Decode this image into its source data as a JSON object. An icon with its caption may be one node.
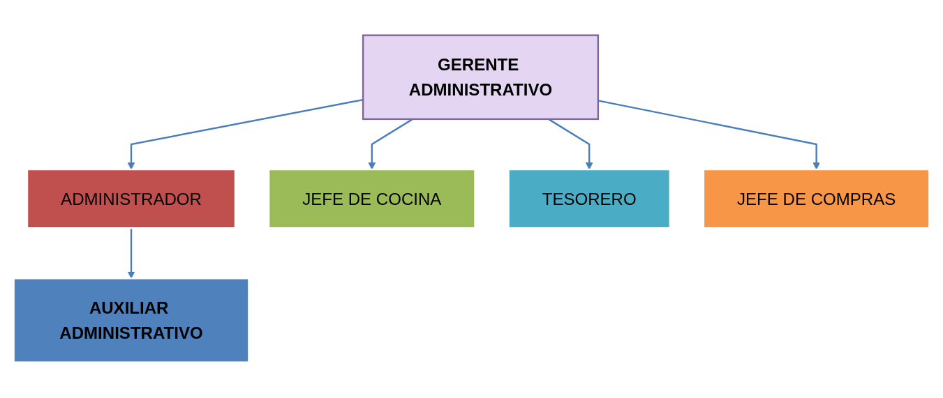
{
  "diagram": {
    "nodes": [
      {
        "text": [
          "GERENTE ADMINISTRATIVO"
        ]
      },
      {
        "text": [
          "ADMINISTRADOR"
        ]
      },
      {
        "text": [
          "JEFE DE COCINA"
        ]
      },
      {
        "text": [
          "TESORERO"
        ]
      },
      {
        "text": [
          "JEFE DE COMPRAS"
        ]
      },
      {
        "text": [
          "AUXILIAR ADMINISTRATIVO"
        ]
      }
    ],
    "edges": [
      {
        "from": 0,
        "to": 1,
        "arrow": "to"
      },
      {
        "from": 0,
        "to": 2,
        "arrow": "to"
      },
      {
        "from": 0,
        "to": 3,
        "arrow": "to"
      },
      {
        "from": 0,
        "to": 4,
        "arrow": "to"
      },
      {
        "from": 1,
        "to": 5,
        "arrow": "to"
      }
    ]
  }
}
